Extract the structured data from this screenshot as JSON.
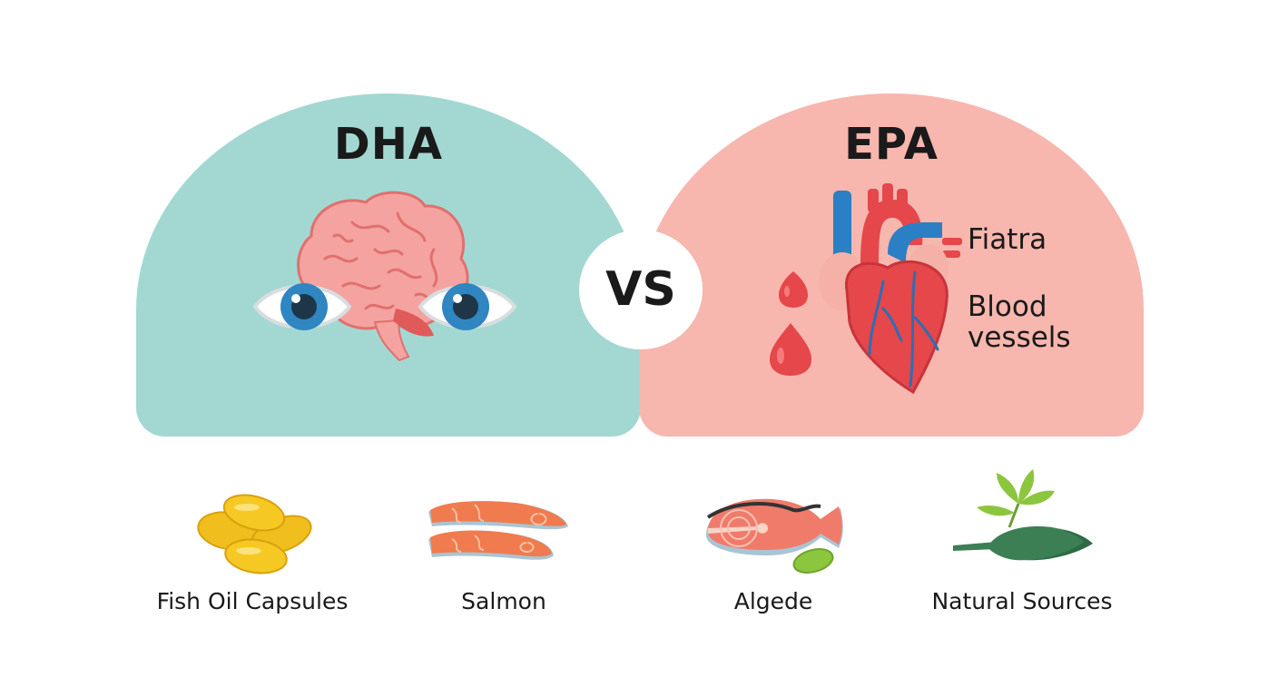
{
  "colors": {
    "dha_panel": "#a3d8d2",
    "epa_panel": "#f7b6ae",
    "vs_badge": "#ffffff",
    "text": "#1a1a1a"
  },
  "dha": {
    "title": "DHA",
    "illustrations": [
      "brain-icon",
      "eye-icon",
      "eye-icon"
    ]
  },
  "vs": {
    "label": "VS"
  },
  "epa": {
    "title": "EPA",
    "illustrations": [
      "heart-icon",
      "blood-drop-icon",
      "blood-drop-icon"
    ],
    "labels": [
      "Fiatra",
      "Blood",
      "vessels"
    ]
  },
  "sources": [
    {
      "label": "Fish Oil Capsules",
      "icon": "capsules-icon"
    },
    {
      "label": "Salmon",
      "icon": "salmon-icon"
    },
    {
      "label": "Algede",
      "icon": "algae-fish-icon"
    },
    {
      "label": "Natural Sources",
      "icon": "leaves-icon"
    }
  ]
}
